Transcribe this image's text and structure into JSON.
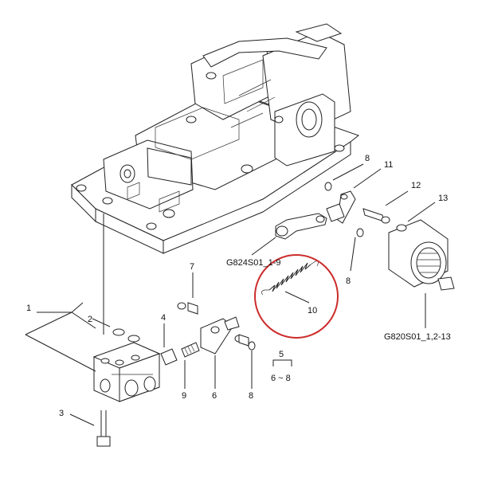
{
  "diagram": {
    "part_numbers": [
      "1",
      "2",
      "3",
      "4",
      "5",
      "6",
      "7",
      "8",
      "9",
      "10",
      "11",
      "12",
      "13"
    ],
    "sub_label_6_8": "6 ~ 8",
    "refs": {
      "ref_left": "G824S01_1-9",
      "ref_right": "G820S01_1,2-13"
    },
    "highlight_color": "#cc2b2b"
  }
}
